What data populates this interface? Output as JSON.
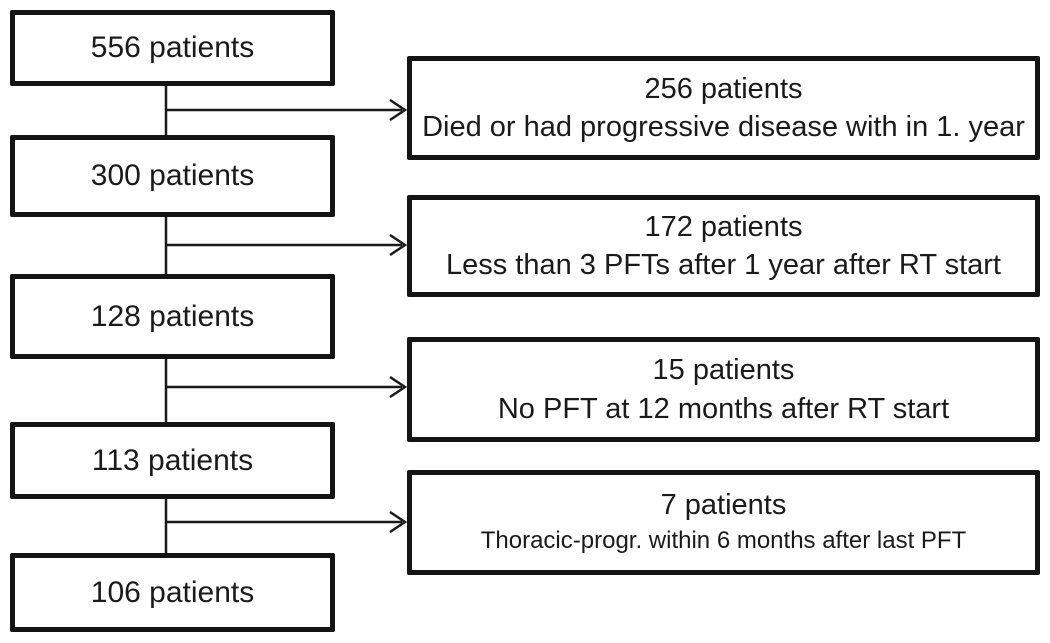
{
  "diagram": {
    "title": "patient-selection-flowchart",
    "main_boxes": [
      {
        "label": "556 patients"
      },
      {
        "label": "300 patients"
      },
      {
        "label": "128 patients"
      },
      {
        "label": "113 patients"
      },
      {
        "label": "106 patients"
      }
    ],
    "exclusion_boxes": [
      {
        "count": "256 patients",
        "reason": "Died or had progressive disease with in 1. year"
      },
      {
        "count": "172 patients",
        "reason": "Less than 3 PFTs after 1 year after RT start"
      },
      {
        "count": "15 patients",
        "reason": "No PFT at 12 months after RT start"
      },
      {
        "count": "7 patients",
        "reason": "Thoracic-progr. within 6 months after last PFT"
      }
    ],
    "colors": {
      "border": "#141414",
      "line": "#1a1a1a",
      "text": "#1a1a1a",
      "background": "#ffffff"
    }
  }
}
